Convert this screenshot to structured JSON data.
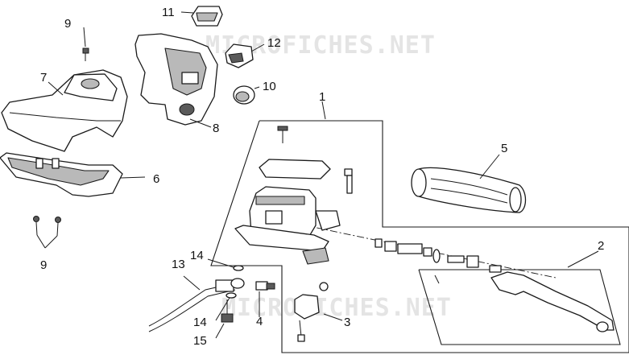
{
  "watermark": "MICROFICHES.NET",
  "callouts": {
    "p1": "1",
    "p2": "2",
    "p3": "3",
    "p4": "4",
    "p5": "5",
    "p6": "6",
    "p7": "7",
    "p8": "8",
    "p9a": "9",
    "p9b": "9",
    "p10": "10",
    "p11": "11",
    "p12": "12",
    "p13": "13",
    "p14a": "14",
    "p14b": "14",
    "p15": "15"
  }
}
